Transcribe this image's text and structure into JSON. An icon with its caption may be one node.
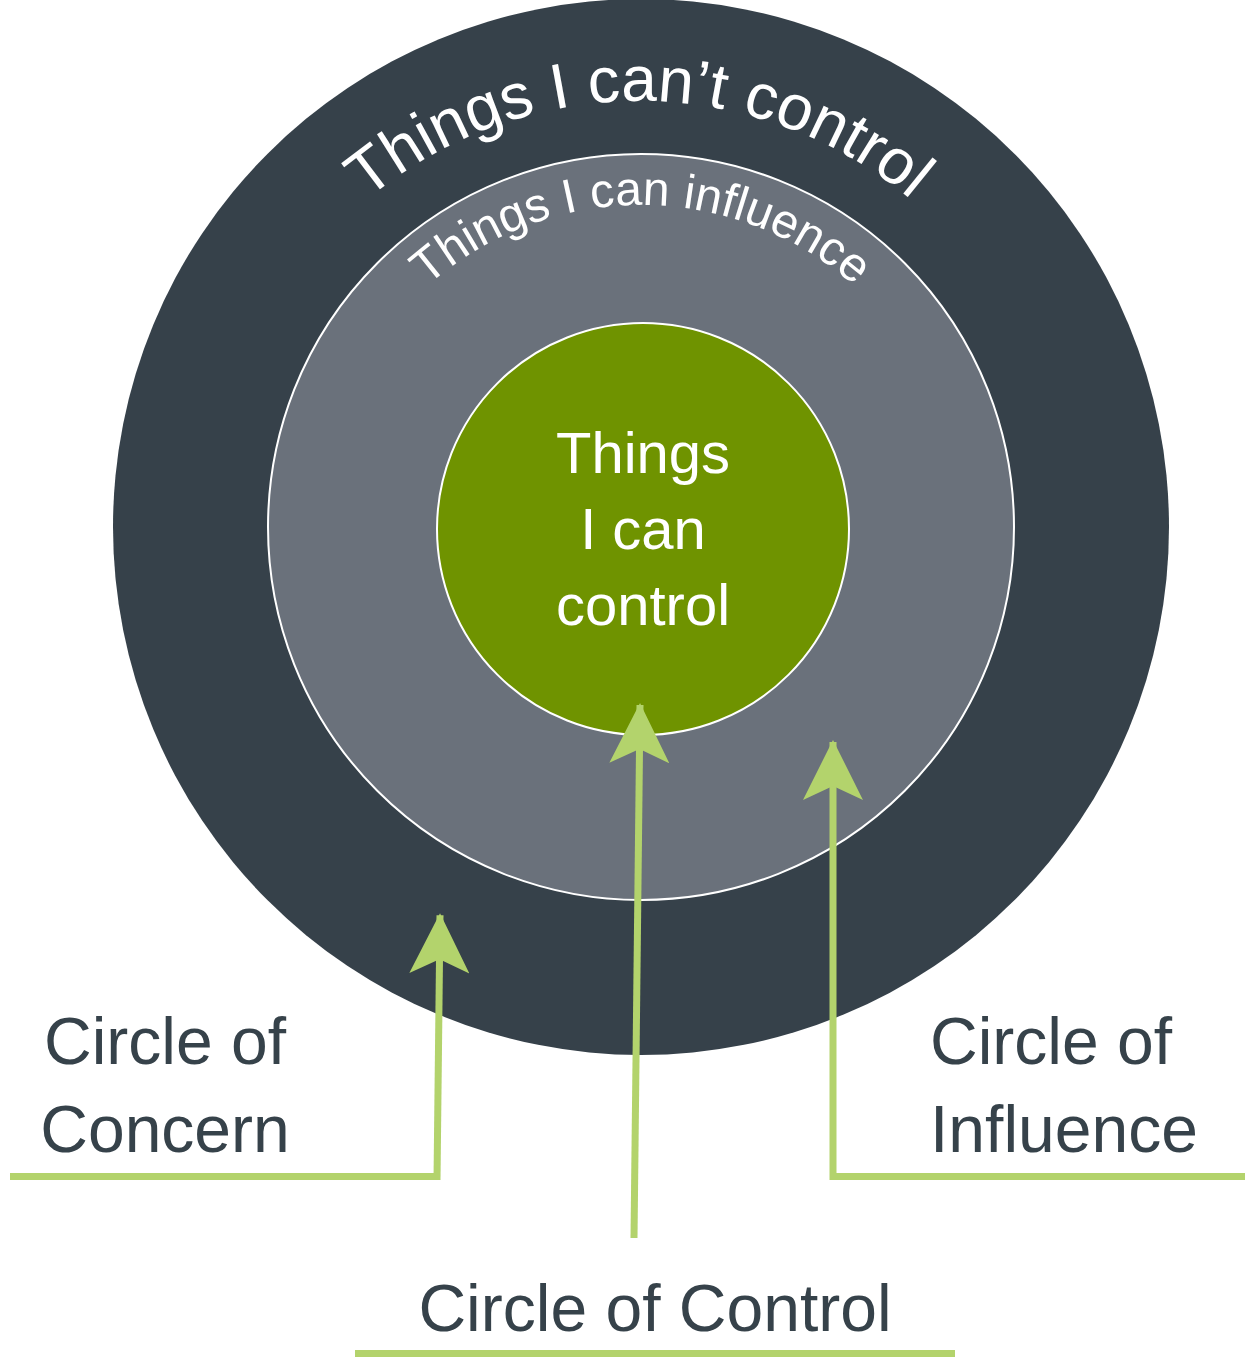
{
  "diagram": {
    "nodes": [
      {
        "text": [
          "Things I can’t control"
        ]
      },
      {
        "text": [
          "Things I can influence"
        ],
        "in": 0
      },
      {
        "text": [
          "Things I can control"
        ],
        "in": 1
      },
      {
        "text": [
          "Circle of Concern"
        ]
      },
      {
        "text": [
          "Circle of Control"
        ]
      },
      {
        "text": [
          "Circle of Influence"
        ]
      }
    ],
    "edges": [
      {
        "from": 3,
        "to": 0,
        "arrow": "to"
      },
      {
        "from": 4,
        "to": 2,
        "arrow": "to"
      },
      {
        "from": 5,
        "to": 1,
        "arrow": "to"
      }
    ]
  }
}
